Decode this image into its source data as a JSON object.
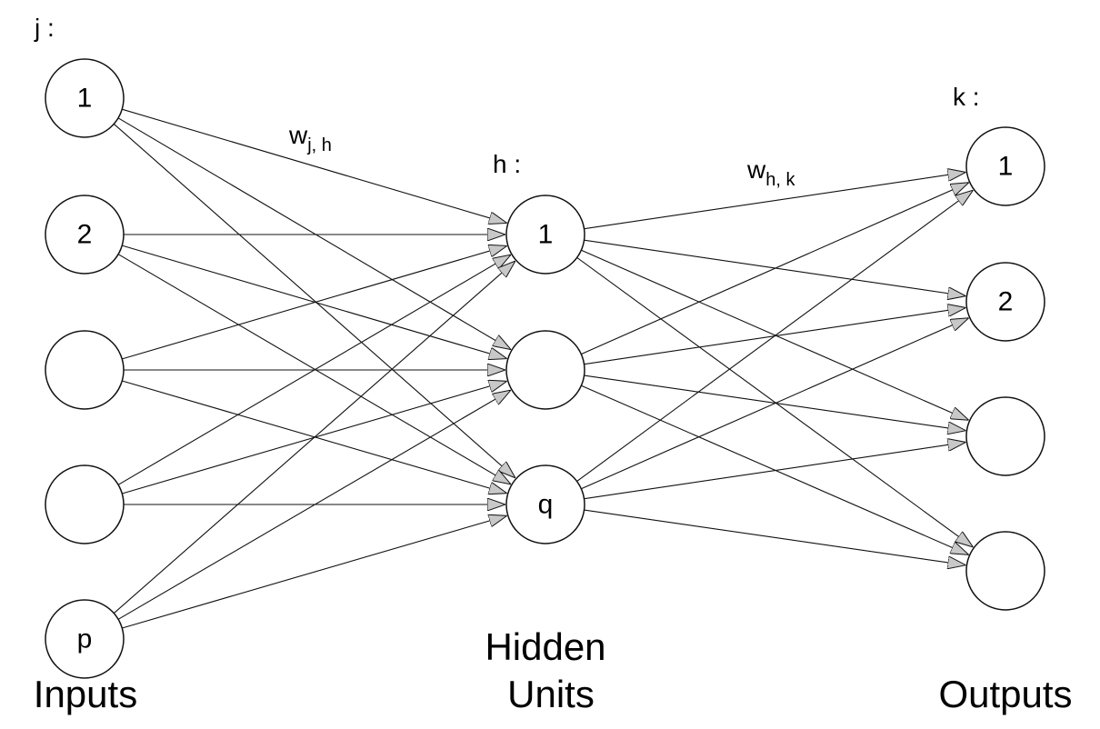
{
  "layers": {
    "input": {
      "var_label": "j :",
      "caption": [
        "Inputs"
      ],
      "nodes": [
        "1",
        "2",
        "",
        "",
        "p"
      ]
    },
    "hidden": {
      "var_label": "h :",
      "caption": [
        "Hidden",
        "Units"
      ],
      "nodes": [
        "1",
        "",
        "q"
      ]
    },
    "output": {
      "var_label": "k :",
      "caption": [
        "Outputs"
      ],
      "nodes": [
        "1",
        "2",
        "",
        ""
      ]
    }
  },
  "weights": {
    "input_hidden": {
      "symbol": "w",
      "subscript": "j, h"
    },
    "hidden_output": {
      "symbol": "w",
      "subscript": "h, k"
    }
  },
  "connectivity": "fully-connected",
  "colors": {
    "stroke": "#111111",
    "arrowhead_fill": "#c8c8c8"
  }
}
